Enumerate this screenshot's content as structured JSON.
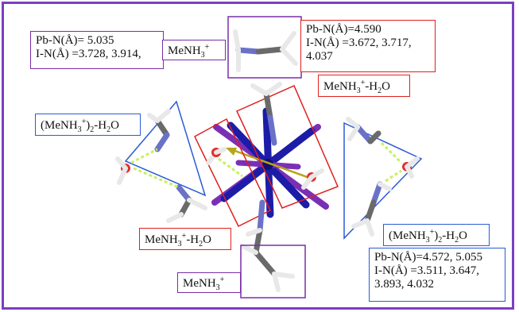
{
  "labels": {
    "tl": {
      "pbn": "Pb-N(Å)= 5.035",
      "in": "I-N(Å) =3.728, 3.914,"
    },
    "tr": {
      "pbn": "Pb-N(Å)=4.590",
      "in1": "I-N(Å) =3.672, 3.717,",
      "in2": "4.037"
    },
    "br": {
      "pbn": "Pb-N(Å)=4.572, 5.055",
      "in1": "I-N(Å) =3.511, 3.647,",
      "in2": "3.893, 4.032"
    },
    "species": {
      "me_base": "MeNH",
      "me_sup": "3",
      "me_charge": "+",
      "water": "-H",
      "water_sub": "2",
      "water_o": "O",
      "dimer_open": "(MeNH",
      "dimer_close": ")",
      "dimer_sub": "2"
    }
  },
  "colors": {
    "frame": "#7a3ec2",
    "purple_box": "#7a2ea6",
    "red_box": "#e02020",
    "blue_box": "#2a5bd7",
    "iodine": "#7b2fb5",
    "lead": "#1c1ca8",
    "carbon": "#6a6a6a",
    "nitrogen": "#6a72c8",
    "oxygen": "#e03030",
    "hydrogen": "#e8e8e8",
    "hbond": "#c8f060",
    "arrow": "#b8a51a"
  }
}
